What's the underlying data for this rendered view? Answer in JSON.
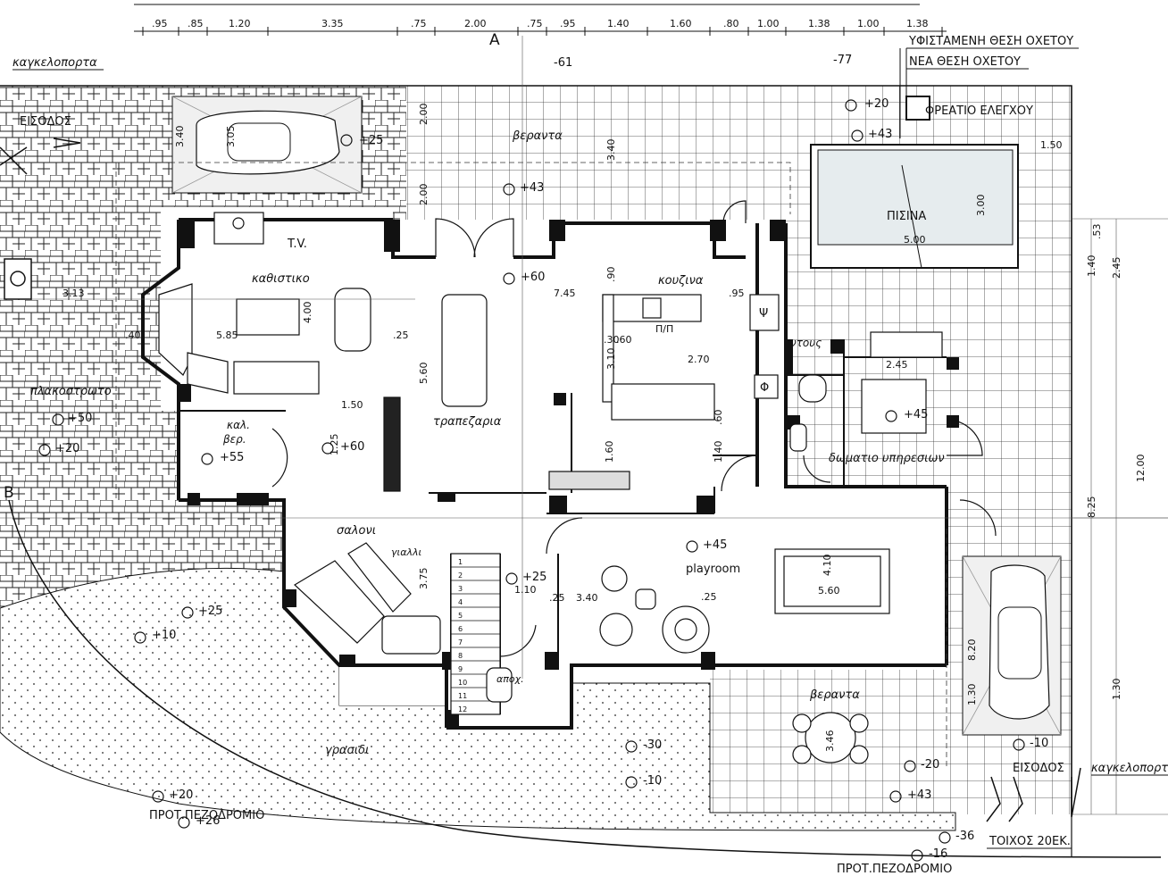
{
  "top_dims": [
    ".95",
    ".85",
    "1.20",
    "3.35",
    ".75",
    "2.00",
    ".75",
    ".95",
    "1.40",
    "1.60",
    ".80",
    "1.00",
    "1.38",
    "1.00",
    "1.38"
  ],
  "section_marks": {
    "a": "A",
    "b": "B"
  },
  "rooms": {
    "living": "καθιστικο",
    "kitchen": "κουζινα",
    "dining": "τραπεζαρια",
    "salon": "σαλονι",
    "playroom": "playroom",
    "service": "δωματιο υπηρεσιων",
    "shower": "ντους",
    "veranda_top": "βεραντα",
    "veranda_bottom": "βεραντα",
    "pool": "ΠΙΣΙΝΑ",
    "paving": "πλακοστρωτο",
    "grass": "γρασιδι",
    "wc": "αποχ.",
    "closet": "καλ.\nβερ.",
    "glass": "γιαλλι"
  },
  "labels": {
    "gate_left": "καγκελοπορτα",
    "gate_right": "καγκελοπορτα",
    "entrance_left": "ΕΙΣΟΔΟΣ",
    "entrance_right": "ΕΙΣΟΔΟΣ",
    "existing_drain": "ΥΦΙΣΤΑΜΕΝΗ ΘΕΣΗ ΟΧΕΤΟΥ",
    "new_drain": "ΝΕΑ ΘΕΣΗ ΟΧΕΤΟΥ",
    "manhole": "ΦΡΕΑΤΙΟ ΕΛΕΓΧΟΥ",
    "wall": "ΤΟΙΧΟΣ 20ΕΚ.",
    "sidewalk_left": "ΠΡΟΤ.ΠΕΖΟΔΡΟΜΙΟ",
    "sidewalk_right": "ΠΡΟΤ.ΠΕΖΟΔΡΟΜΙΟ",
    "tv": "T.V.",
    "fridge": "Π/Π",
    "psi": "Ψ",
    "phi": "Φ"
  },
  "levels": {
    "carport": "+25",
    "veranda_top": "+43",
    "kitchen": "+60",
    "manhole": "+20",
    "pool": "+43",
    "service": "+45",
    "paving_a": "+50",
    "paving_b": "+20",
    "closet": "+55",
    "hall": "+60",
    "playroom": "+45",
    "stairs": "+25",
    "grass_a": "+25",
    "grass_b": "+10",
    "garden_a": "-30",
    "garden_b": "-10",
    "entry_a": "-10",
    "entry_b": "-20",
    "entry_c": "+43",
    "street_a": "+20",
    "street_b": "+26",
    "street_c": "-36",
    "street_d": "-16",
    "road_a": "-61",
    "road_b": "-77"
  },
  "inner_dims": [
    "3.40",
    "3.05",
    "2.00",
    "3.40",
    "2.00",
    "3.13",
    "5.85",
    "4.00",
    ".40",
    ".25",
    "1.50",
    "1.25",
    "5.60",
    "7.45",
    ".90",
    ".95",
    ".60",
    "3.10",
    ".30",
    "2.70",
    ".60",
    "1.40",
    "1.60",
    "2.45",
    "5.00",
    "3.00",
    "1.50",
    "4.10",
    "5.60",
    "3.75",
    "1.10",
    ".25",
    "3.40",
    ".25",
    "3.46",
    "8.20",
    "1.30",
    "8.25",
    "12.00",
    "1.40",
    "2.45",
    ".53",
    "1.30"
  ],
  "stair_steps": [
    "1",
    "2",
    "3",
    "4",
    "5",
    "6",
    "7",
    "8",
    "9",
    "10",
    "11",
    "12"
  ]
}
